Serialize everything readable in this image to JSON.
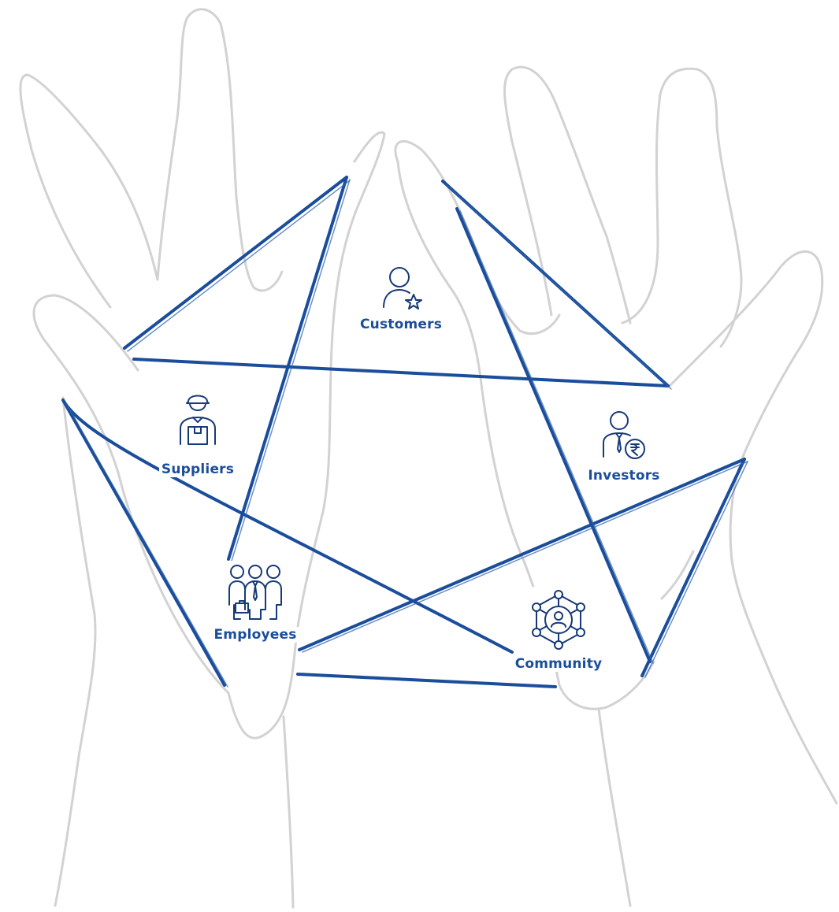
{
  "stakeholders": [
    {
      "label": "Customers",
      "icon": "customer-star-icon"
    },
    {
      "label": "Suppliers",
      "icon": "delivery-person-icon"
    },
    {
      "label": "Investors",
      "icon": "investor-rupee-icon"
    },
    {
      "label": "Employees",
      "icon": "employees-group-icon"
    },
    {
      "label": "Community",
      "icon": "community-network-icon"
    }
  ],
  "colors": {
    "string": "#1a4d9b",
    "label": "#1a4d9b",
    "hand_outline": "#d2d2d2",
    "icon": "#163a78"
  }
}
